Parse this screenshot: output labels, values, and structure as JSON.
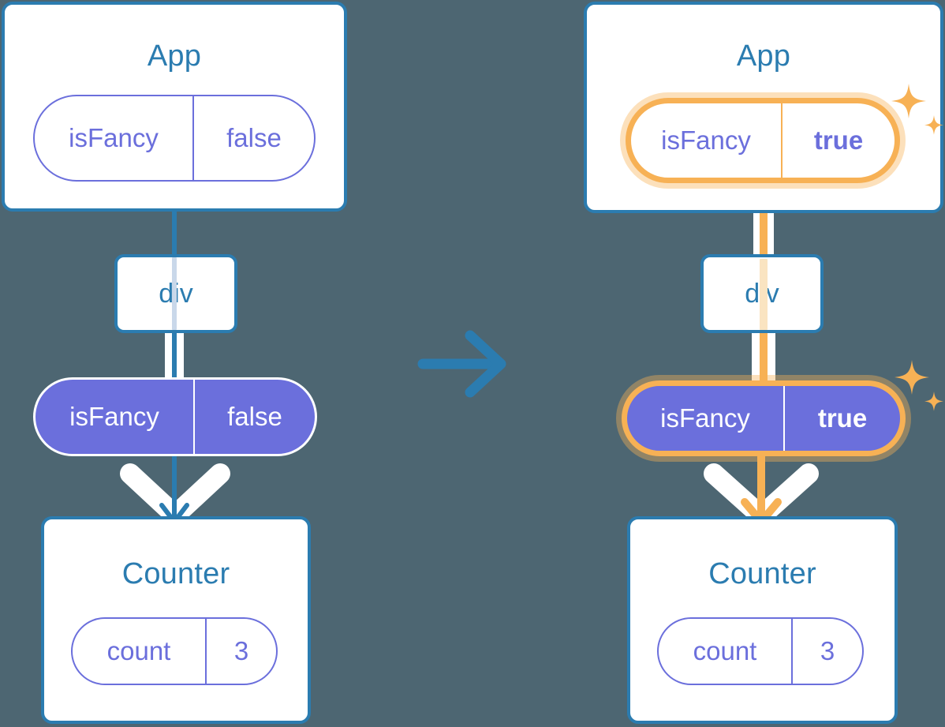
{
  "diagram": {
    "title": "React state propagation: isFancy false to true",
    "background_color": "#4d6672",
    "colors": {
      "component_border": "#2b7cb0",
      "component_title": "#2b7cb0",
      "pill_purple": "#6b6fdc",
      "highlight_orange": "#f7b155",
      "highlight_glow": "#fae4c1",
      "line_white_halo": "#ffffff",
      "card_background": "#ffffff"
    },
    "transition_arrow": {
      "name": "right-arrow",
      "direction": "right",
      "color": "#2b7cb0"
    },
    "panels": [
      {
        "id": "before",
        "app": {
          "title": "App",
          "state": {
            "key": "isFancy",
            "value": "false",
            "highlighted": false,
            "filled": false
          }
        },
        "dom_node": {
          "label": "div"
        },
        "props": {
          "key": "isFancy",
          "value": "false",
          "highlighted": false,
          "filled": true
        },
        "counter": {
          "title": "Counter",
          "state": {
            "key": "count",
            "value": "3",
            "highlighted": false,
            "filled": false
          }
        },
        "connector_color": "#2b7cb0",
        "sparkles": false
      },
      {
        "id": "after",
        "app": {
          "title": "App",
          "state": {
            "key": "isFancy",
            "value": "true",
            "highlighted": true,
            "filled": false
          }
        },
        "dom_node": {
          "label": "div"
        },
        "props": {
          "key": "isFancy",
          "value": "true",
          "highlighted": true,
          "filled": true
        },
        "counter": {
          "title": "Counter",
          "state": {
            "key": "count",
            "value": "3",
            "highlighted": false,
            "filled": false
          }
        },
        "connector_color": "#f7b155",
        "sparkles": true
      }
    ]
  }
}
